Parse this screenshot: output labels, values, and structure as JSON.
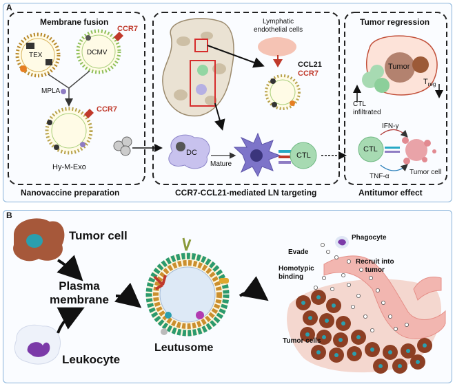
{
  "panelA": {
    "tag": "A",
    "membrane_fusion": "Membrane fusion",
    "tex": "TEX",
    "dcmv": "DCMV",
    "ccr7_top": "CCR7",
    "mpla": "MPLA",
    "ccr7_mid": "CCR7",
    "hy_m_exo": "Hy-M-Exo",
    "nanovaccine": "Nanovaccine preparation",
    "lymphatic": "Lymphatic\nendothelial cells",
    "ccl21": "CCL21",
    "ccr7_ln": "CCR7",
    "dc": "DC",
    "mature": "Mature",
    "ctl_mid": "CTL",
    "ln_targeting": "CCR7-CCL21-mediated LN targeting",
    "tumor_regression": "Tumor regression",
    "tumor": "Tumor",
    "treg_main": "T",
    "treg_sub": "reg",
    "ctl_infiltrated": "CTL\ninfiltrated",
    "ifn": "IFN-γ",
    "ctl_right": "CTL",
    "tnf": "TNF-α",
    "tumor_cell": "Tumor cell",
    "antitumor": "Antitumor effect"
  },
  "panelB": {
    "tag": "B",
    "tumor_cell": "Tumor cell",
    "plasma": "Plasma\nmembrane",
    "leukocyte": "Leukocyte",
    "leutusome": "Leutusome",
    "phagocyte": "Phagocyte",
    "evade": "Evade",
    "homotypic": "Homotypic\nbinding",
    "recruit": "Recruit into\ntumor",
    "tumor_cells": "Tumor cells"
  },
  "colors": {
    "panel_border": "#86b1d9",
    "panel_fill": "#fafcff",
    "ccr7_red": "#c0392b",
    "ctl_green": "#8ccf9a",
    "dc_purple": "#b6b0e3",
    "tumor_brown": "#9a4a2c",
    "vessel_pink": "#f2b6b0"
  }
}
